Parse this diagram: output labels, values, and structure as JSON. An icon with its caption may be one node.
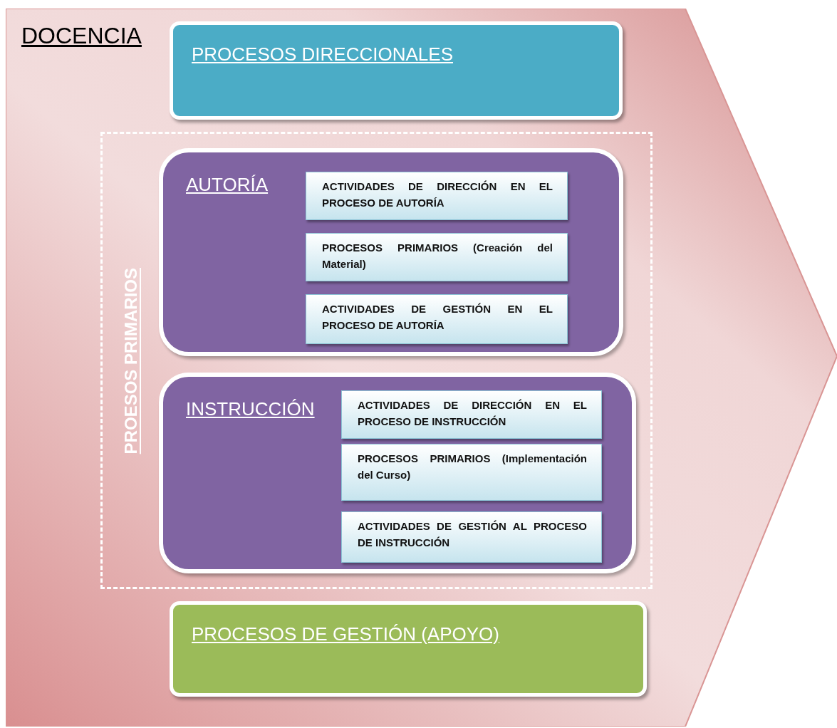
{
  "diagram": {
    "nodes": [
      {
        "text": [
          "DOCENCIA"
        ]
      },
      {
        "text": [
          "PROCESOS DIRECCIONALES"
        ],
        "in": 0
      },
      {
        "text": [
          "PROESOS PRIMARIOS"
        ],
        "in": 0
      },
      {
        "text": [
          "AUTORÍA"
        ],
        "in": 2
      },
      {
        "text": [
          "ACTIVIDADES DE DIRECCIÓN EN EL PROCESO DE AUTORÍA"
        ],
        "in": 3
      },
      {
        "text": [
          "PROCESOS PRIMARIOS (Creación del Material)"
        ],
        "in": 3
      },
      {
        "text": [
          "ACTIVIDADES DE GESTIÓN EN EL PROCESO DE AUTORÍA"
        ],
        "in": 3
      },
      {
        "text": [
          "INSTRUCCIÓN"
        ],
        "in": 2
      },
      {
        "text": [
          "ACTIVIDADES DE DIRECCIÓN EN EL PROCESO DE INSTRUCCIÓN"
        ],
        "in": 7
      },
      {
        "text": [
          "PROCESOS PRIMARIOS (Implementación del Curso)"
        ],
        "in": 7
      },
      {
        "text": [
          "ACTIVIDADES DE GESTIÓN AL PROCESO DE INSTRUCCIÓN"
        ],
        "in": 7
      },
      {
        "text": [
          "PROCESOS DE GESTIÓN (APOYO)"
        ],
        "in": 0
      }
    ]
  }
}
